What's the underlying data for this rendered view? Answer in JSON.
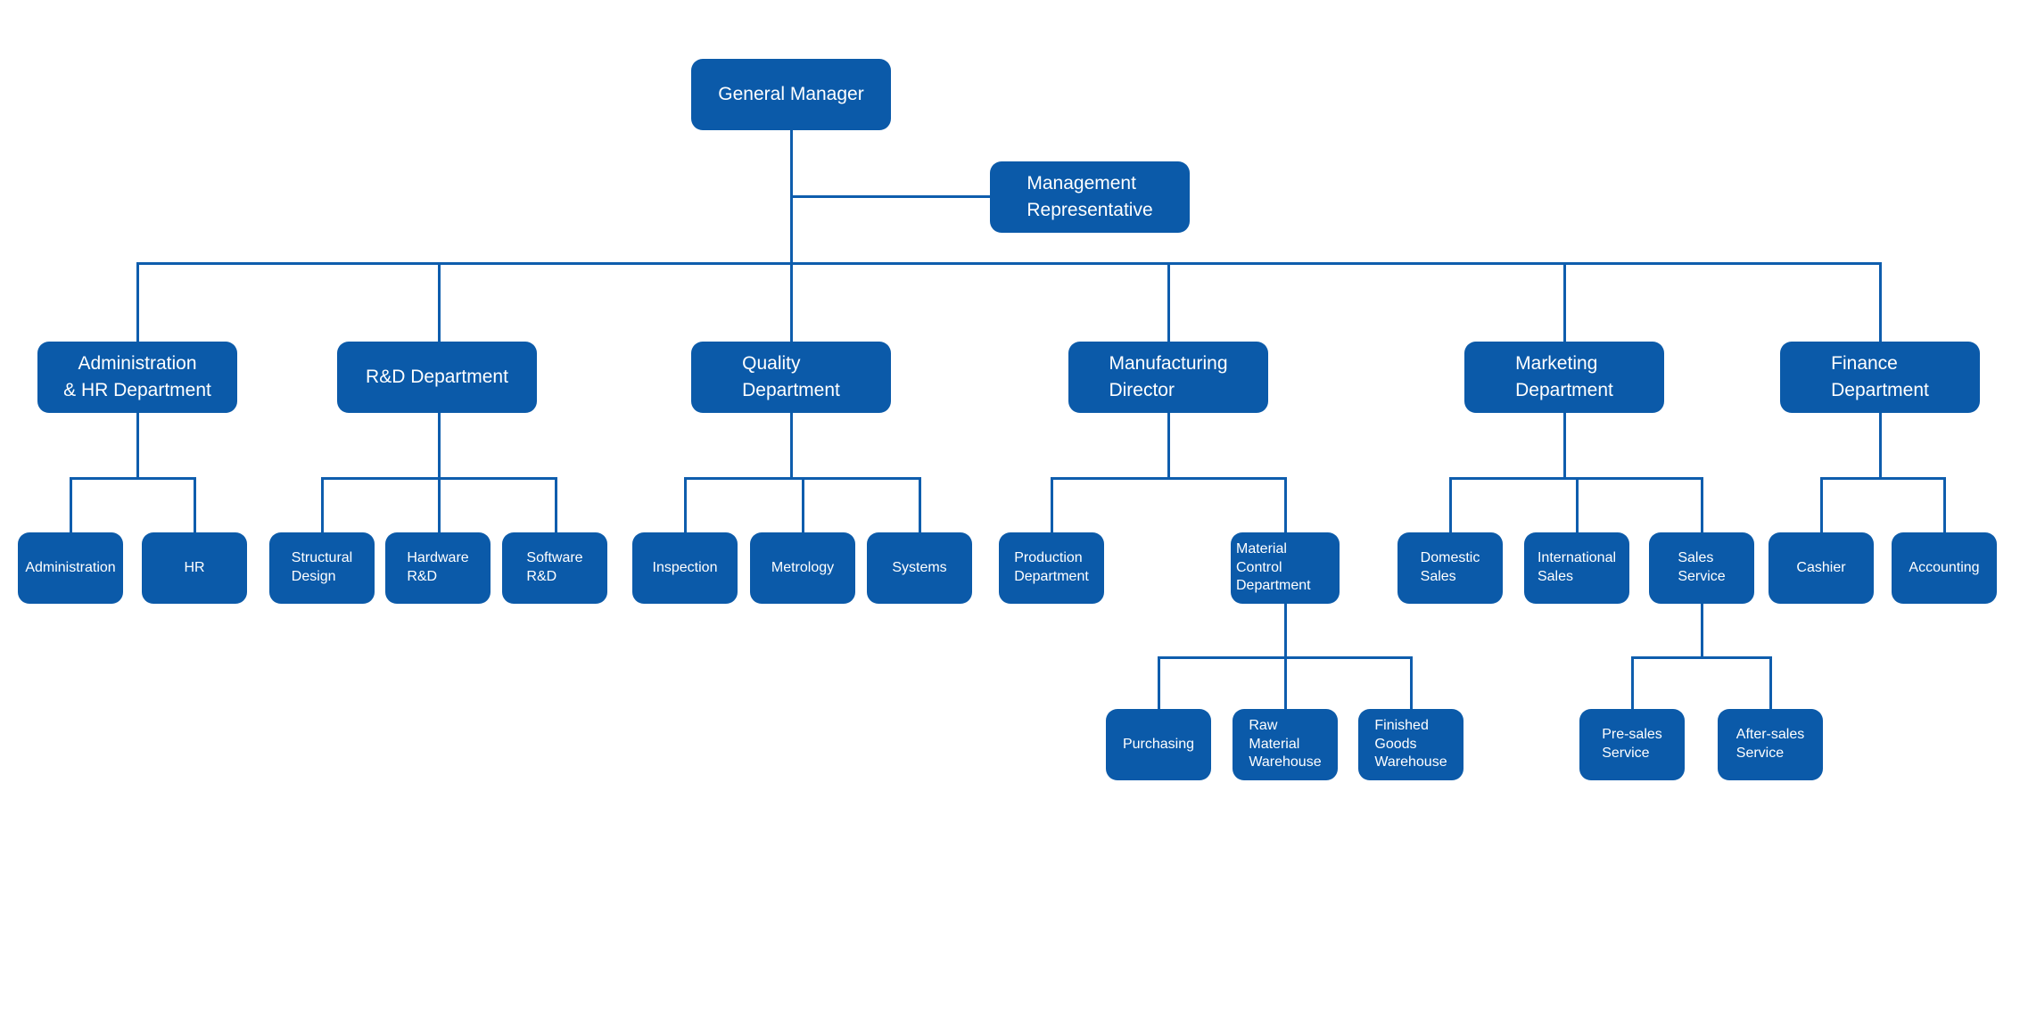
{
  "colors": {
    "node_fill": "#0b5aa9",
    "node_text": "#ffffff",
    "connector": "#0e5dad",
    "background": "#ffffff"
  },
  "org": {
    "root": {
      "label": "General Manager"
    },
    "assistant": {
      "label": "Management\nRepresentative"
    },
    "departments": [
      {
        "label": "Administration\n& HR Department",
        "children": [
          {
            "label": "Administration"
          },
          {
            "label": "HR"
          }
        ]
      },
      {
        "label": "R&D Department",
        "children": [
          {
            "label": "Structural\nDesign"
          },
          {
            "label": "Hardware\nR&D"
          },
          {
            "label": "Software\nR&D"
          }
        ]
      },
      {
        "label": "Quality\nDepartment",
        "children": [
          {
            "label": "Inspection"
          },
          {
            "label": "Metrology"
          },
          {
            "label": "Systems"
          }
        ]
      },
      {
        "label": "Manufacturing\nDirector",
        "children": [
          {
            "label": "Production\nDepartment"
          },
          {
            "label": "Material Control\nDepartment",
            "children": [
              {
                "label": "Purchasing"
              },
              {
                "label": "Raw\nMaterial\nWarehouse"
              },
              {
                "label": "Finished\nGoods\nWarehouse"
              }
            ]
          }
        ]
      },
      {
        "label": "Marketing\nDepartment",
        "children": [
          {
            "label": "Domestic\nSales"
          },
          {
            "label": "International\nSales"
          },
          {
            "label": "Sales\nService",
            "children": [
              {
                "label": "Pre-sales\nService"
              },
              {
                "label": "After-sales\nService"
              }
            ]
          }
        ]
      },
      {
        "label": "Finance\nDepartment",
        "children": [
          {
            "label": "Cashier"
          },
          {
            "label": "Accounting"
          }
        ]
      }
    ]
  }
}
